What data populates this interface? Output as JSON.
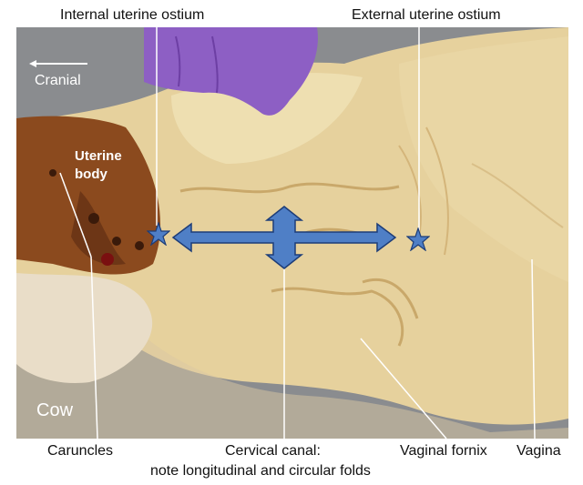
{
  "labels": {
    "internal_os": "Internal uterine ostium",
    "external_os": "External uterine ostium",
    "cranial": "Cranial",
    "uterine_body_1": "Uterine",
    "uterine_body_2": "body",
    "cow": "Cow",
    "caruncles": "Caruncles",
    "cervical_canal_1": "Cervical canal:",
    "cervical_canal_2": "note longitudinal and circular folds",
    "vaginal_fornix": "Vaginal fornix",
    "vagina": "Vagina"
  },
  "icons": [
    "left-arrow-icon",
    "star-icon",
    "double-arrow-icon"
  ],
  "colors": {
    "background_photo": "#8a8c8f",
    "tissue": "#e8d4a2",
    "uterine_body": "#8b4a1e",
    "glove": "#8d5fc4",
    "arrow_fill": "#4f7fc6",
    "arrow_stroke": "#1d3d78"
  }
}
